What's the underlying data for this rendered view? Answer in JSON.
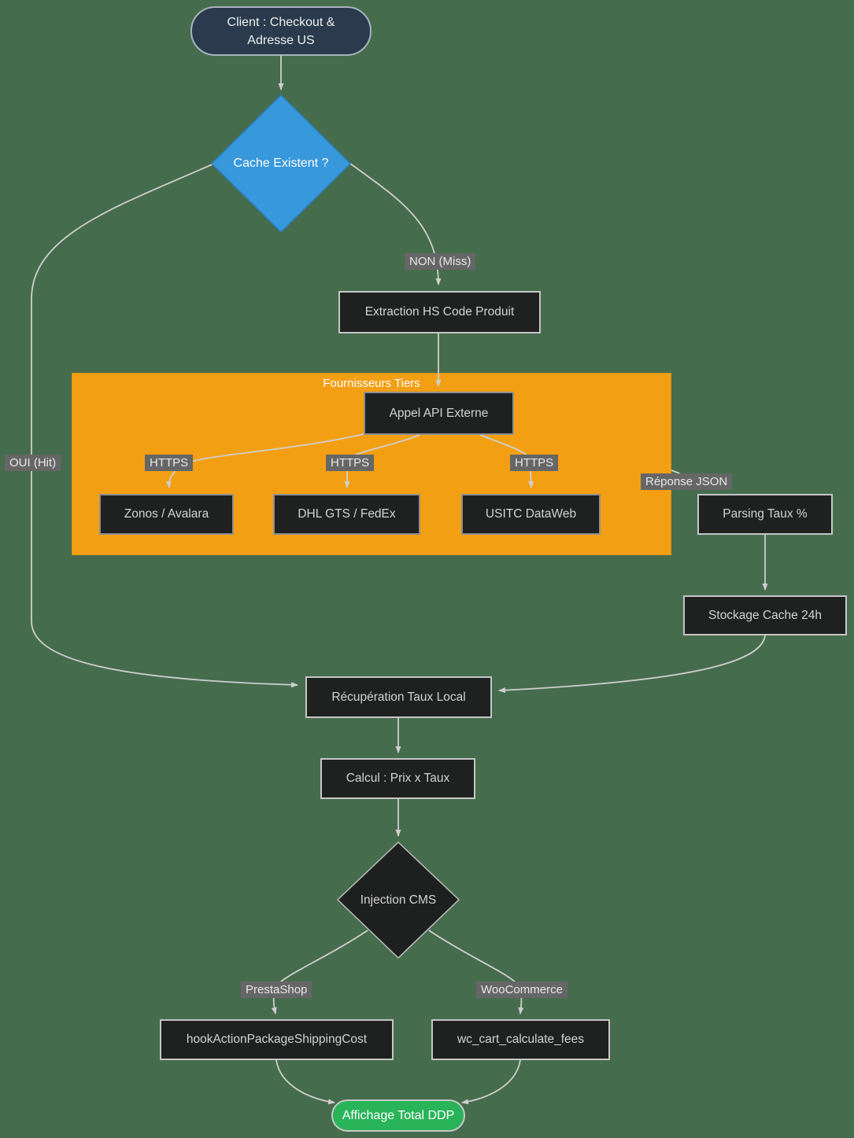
{
  "nodes": {
    "client": {
      "label": "Client : Checkout &\nAdresse US"
    },
    "cache": {
      "label": "Cache Existent ?"
    },
    "extraction": {
      "label": "Extraction HS Code Produit"
    },
    "cluster": {
      "label": "Fournisseurs Tiers"
    },
    "appel": {
      "label": "Appel API Externe"
    },
    "zonos": {
      "label": "Zonos / Avalara"
    },
    "dhl": {
      "label": "DHL GTS / FedEx"
    },
    "usitc": {
      "label": "USITC DataWeb"
    },
    "parsing": {
      "label": "Parsing Taux %"
    },
    "stockage": {
      "label": "Stockage Cache 24h"
    },
    "recuperation": {
      "label": "Récupération Taux Local"
    },
    "calcul": {
      "label": "Calcul : Prix x Taux"
    },
    "injection": {
      "label": "Injection CMS"
    },
    "hook_presta": {
      "label": "hookActionPackageShippingCost"
    },
    "hook_woo": {
      "label": "wc_cart_calculate_fees"
    },
    "affichage": {
      "label": "Affichage Total DDP"
    }
  },
  "edge_labels": {
    "non_miss": "NON (Miss)",
    "oui_hit": "OUI (Hit)",
    "https_left": "HTTPS",
    "https_mid": "HTTPS",
    "https_right": "HTTPS",
    "reponse_json": "Réponse JSON",
    "prestashop": "PrestaShop",
    "woocommerce": "WooCommerce"
  },
  "colors": {
    "background": "#466C4E",
    "cluster_fill": "#F39F14",
    "decision_fill": "#3798DC",
    "client_fill": "#2B3B4D",
    "process_fill": "#1F2020",
    "process_border": "#C6C6C6",
    "success_fill": "#2AB45A",
    "label_bg": "#666666",
    "edge_color": "#CFCFCF",
    "text_light": "#D3D3D3"
  }
}
